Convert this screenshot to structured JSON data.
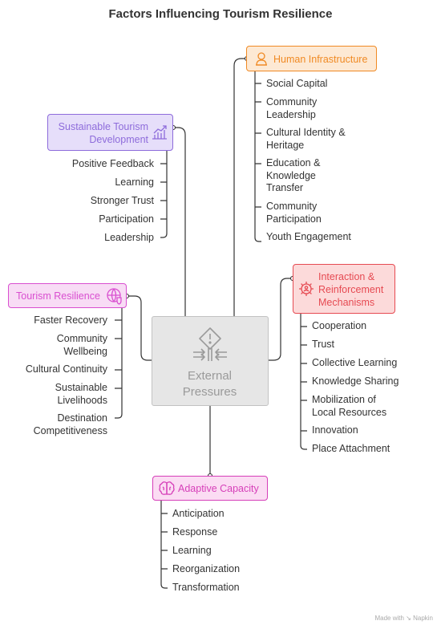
{
  "title": "Factors Influencing Tourism Resilience",
  "center": {
    "label": "External\nPressures",
    "icon": "warning-compress-icon"
  },
  "human_infrastructure": {
    "label": "Human Infrastructure",
    "icon": "person-bust-icon",
    "items": [
      "Social Capital",
      "Community\nLeadership",
      "Cultural Identity &\nHeritage",
      "Education &\nKnowledge\nTransfer",
      "Community\nParticipation",
      "Youth Engagement"
    ]
  },
  "sustainable_tourism": {
    "label": "Sustainable Tourism\nDevelopment",
    "icon": "growth-chart-icon",
    "items": [
      "Positive Feedback",
      "Learning",
      "Stronger Trust",
      "Participation",
      "Leadership"
    ]
  },
  "tourism_resilience": {
    "label": "Tourism Resilience",
    "icon": "globe-shield-icon",
    "items": [
      "Faster Recovery",
      "Community\nWellbeing",
      "Cultural Continuity",
      "Sustainable\nLivelihoods",
      "Destination\nCompetitiveness"
    ]
  },
  "interaction": {
    "label": "Interaction &\nReinforcement\nMechanisms",
    "icon": "gear-people-icon",
    "items": [
      "Cooperation",
      "Trust",
      "Collective Learning",
      "Knowledge Sharing",
      "Mobilization of\nLocal Resources",
      "Innovation",
      "Place Attachment"
    ]
  },
  "adaptive_capacity": {
    "label": "Adaptive Capacity",
    "icon": "brain-icon",
    "items": [
      "Anticipation",
      "Response",
      "Learning",
      "Reorganization",
      "Transformation"
    ]
  },
  "footer": "Made with ↘ Napkin",
  "colors": {
    "orange": "#f08a24",
    "orange_bg": "#fde9d4",
    "purple": "#8e6cdb",
    "purple_bg": "#e6defa",
    "pink": "#d94fd0",
    "pink_bg": "#f8dcf5",
    "red": "#e64a52",
    "red_bg": "#fcdada",
    "magenta": "#d63fb9",
    "magenta_bg": "#fbdcf3"
  }
}
